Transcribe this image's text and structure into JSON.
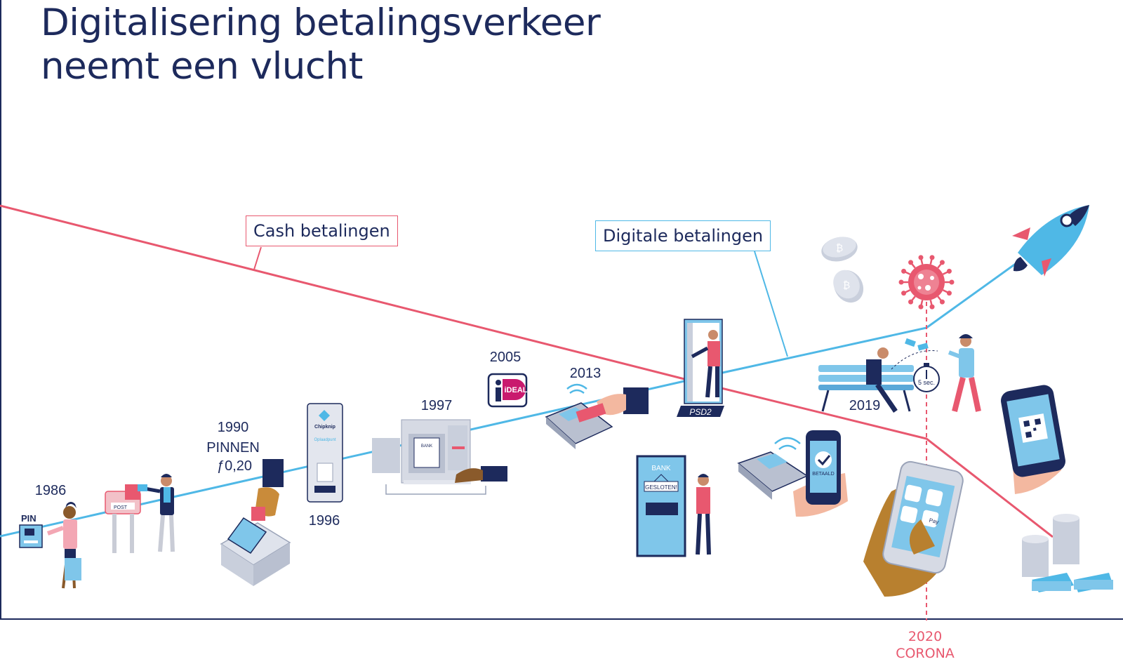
{
  "title": {
    "line1": "Digitalisering betalingsverkeer",
    "line2": "neemt een vlucht"
  },
  "legend": {
    "cash": "Cash betalingen",
    "digital": "Digitale betalingen"
  },
  "timeline": {
    "y1986": "1986",
    "pin_label": "PIN",
    "post_label": "POST",
    "y1990": "1990",
    "pinnen": "PINNEN",
    "price": "ƒ0,20",
    "y1996": "1996",
    "chipknip": "Chipknip",
    "oplaadpunt": "Oplaadpunt",
    "y1997": "1997",
    "bank_screen": "BANK",
    "y2005": "2005",
    "ideal": "iDEAL",
    "y2013": "2013",
    "psd2": "PSD2",
    "bank_sign": "BANK",
    "gesloten": "GESLOTEN!",
    "y2019": "2019",
    "five_sec": "5 sec.",
    "betaald": "BETAALD",
    "pay": "Pay",
    "y2020": "2020",
    "corona": "CORONA"
  },
  "colors": {
    "cash": "#e8586f",
    "digital": "#4fb8e6",
    "navy": "#1d2a5c"
  }
}
